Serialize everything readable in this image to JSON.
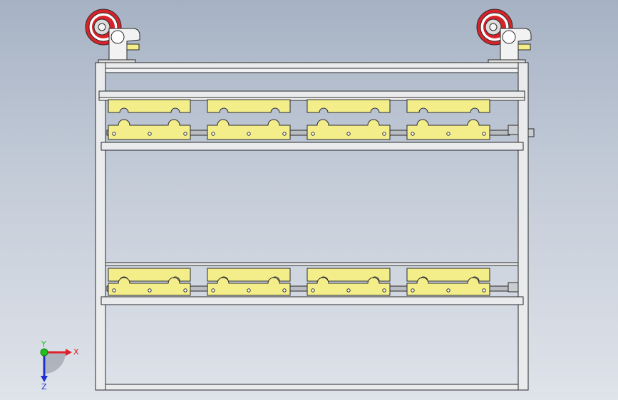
{
  "viewport": {
    "background_top": "#a6b2c4",
    "background_bottom": "#dfe3ea"
  },
  "model": {
    "frame_color": "#e9ebec",
    "edge_color": "#2a2a2a",
    "bracket_color": "#f4ee8a",
    "wheel_color": "#d8232a",
    "shaft_color": "#b9bcc0"
  },
  "triad": {
    "x_label": "X",
    "y_label": "Y",
    "z_label": "Z",
    "x_color": "#e0202a",
    "y_color": "#20c020",
    "z_color": "#2030d0"
  }
}
